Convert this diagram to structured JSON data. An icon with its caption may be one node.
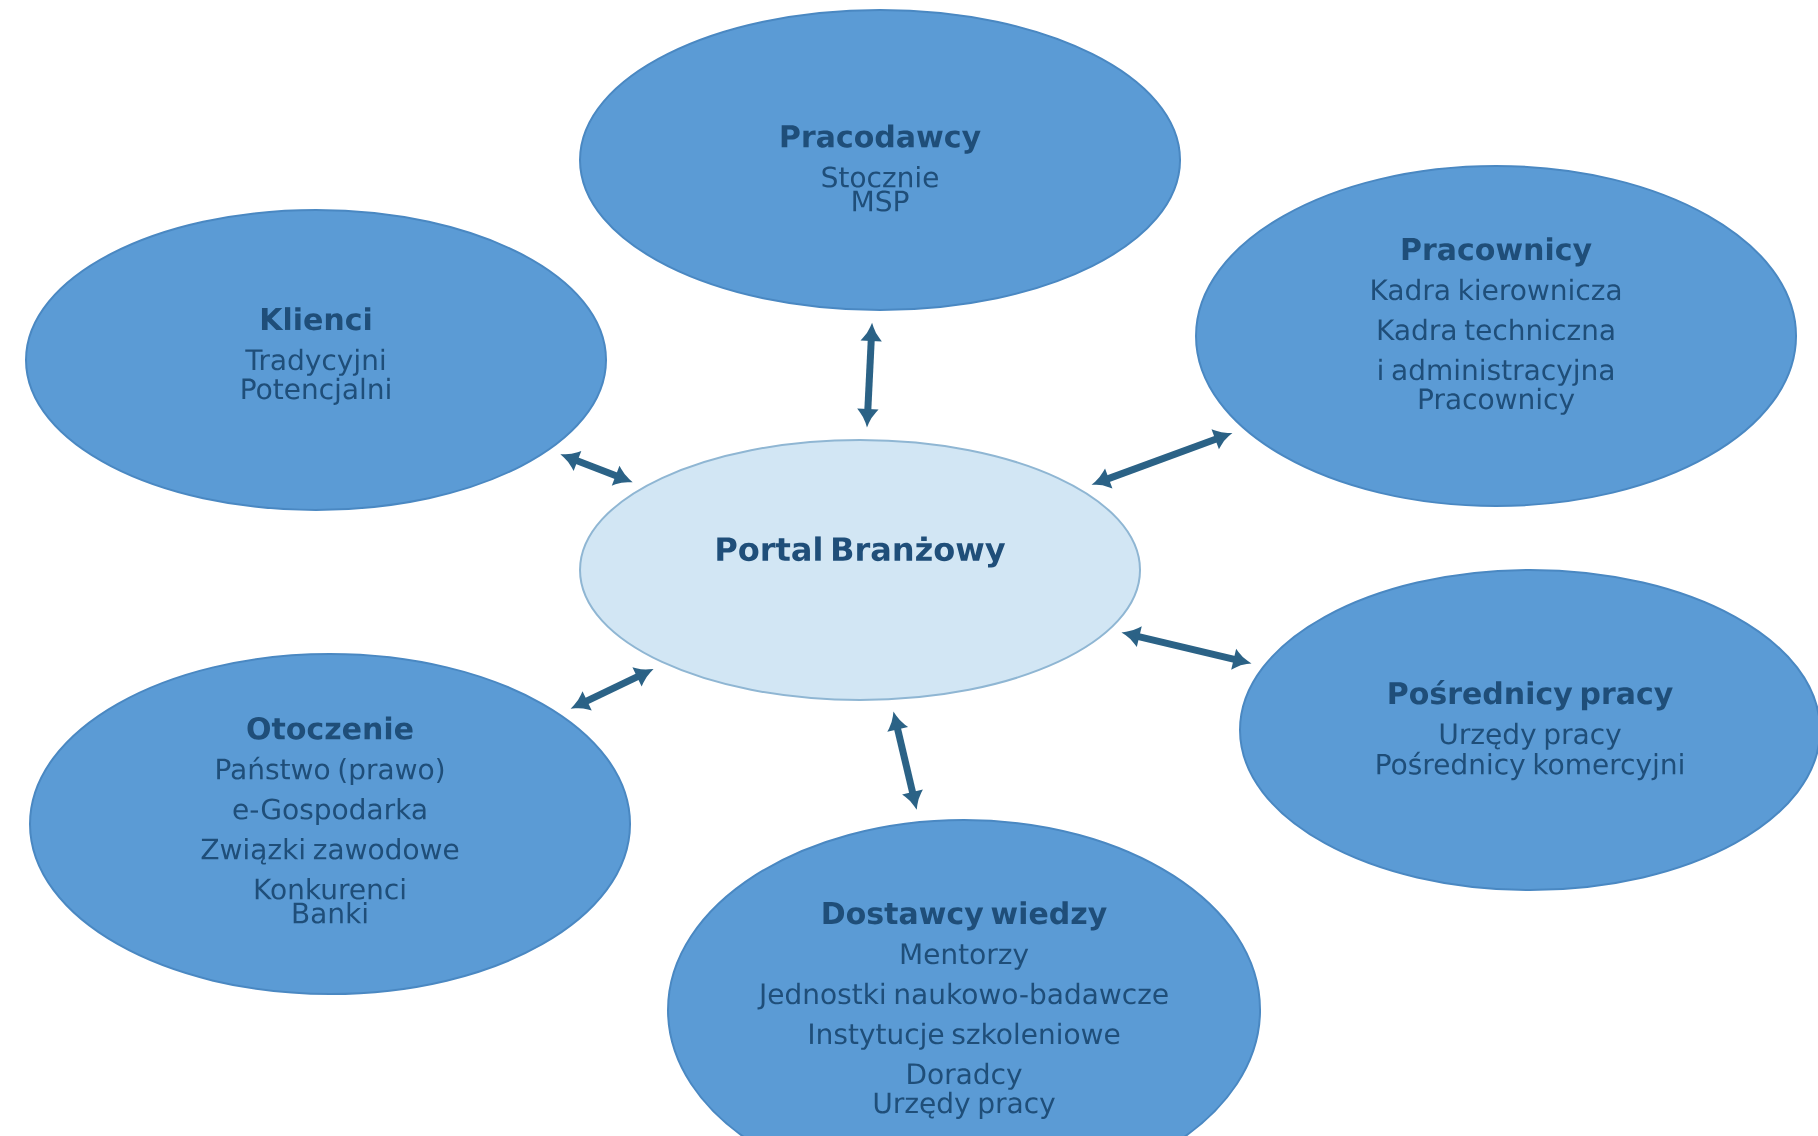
{
  "diagram": {
    "nodes": [
      {
        "text": [
          "Portal Branżowy"
        ]
      },
      {
        "text": [
          "Pracodawcy",
          "Stocznie",
          "MSP"
        ]
      },
      {
        "text": [
          "Klienci",
          "Tradycyjni",
          "Potencjalni"
        ]
      },
      {
        "text": [
          "Pracownicy",
          "Kadra kierownicza",
          "Kadra techniczna i administracyjna",
          "Pracownicy"
        ]
      },
      {
        "text": [
          "Pośrednicy pracy",
          "Urzędy pracy",
          "Pośrednicy komercyjni"
        ]
      },
      {
        "text": [
          "Otoczenie",
          "Państwo (prawo)",
          "e-Gospodarka",
          "Związki zawodowe",
          "Konkurenci",
          "Banki"
        ]
      },
      {
        "text": [
          "Dostawcy wiedzy",
          "Mentorzy",
          "Jednostki naukowo-badawcze",
          "Instytucje szkoleniowe",
          "Doradcy",
          "Urzędy pracy"
        ]
      }
    ],
    "edges": [
      {
        "from": 0,
        "to": 1,
        "arrow": "both"
      },
      {
        "from": 0,
        "to": 2,
        "arrow": "both"
      },
      {
        "from": 0,
        "to": 3,
        "arrow": "both"
      },
      {
        "from": 0,
        "to": 4,
        "arrow": "both"
      },
      {
        "from": 0,
        "to": 5,
        "arrow": "both"
      },
      {
        "from": 0,
        "to": 6,
        "arrow": "both"
      }
    ]
  }
}
